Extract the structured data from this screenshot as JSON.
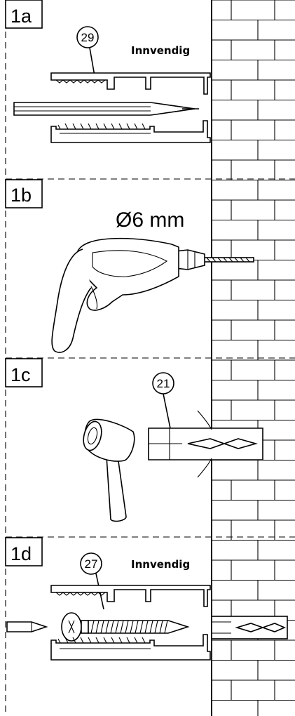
{
  "steps": [
    {
      "label": "1a",
      "callout": "29",
      "side_text": "Innvendig"
    },
    {
      "label": "1b",
      "drill_size": "Ø6 mm"
    },
    {
      "label": "1c",
      "callout": "21"
    },
    {
      "label": "1d",
      "callout": "27",
      "side_text": "Innvendig"
    }
  ],
  "icons": [
    "pencil-icon",
    "drill-icon",
    "hammer-icon",
    "wall-plug-icon",
    "screwdriver-bit-icon",
    "screw-icon",
    "brick-wall-icon",
    "profile-rail-icon"
  ]
}
